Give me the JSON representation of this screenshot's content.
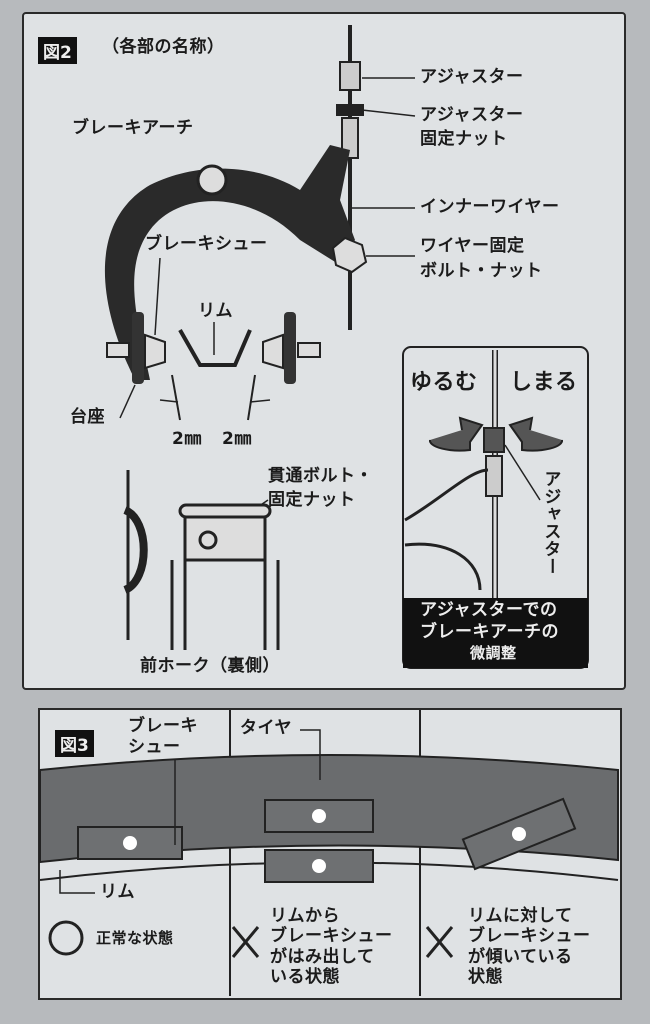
{
  "figure2": {
    "badge": "図2",
    "title": "（各部の名称）",
    "labels": {
      "adjuster": "アジャスター",
      "adjuster_lock_nut_1": "アジャスター",
      "adjuster_lock_nut_2": "固定ナット",
      "inner_wire": "インナーワイヤー",
      "wire_fix_1": "ワイヤー固定",
      "wire_fix_2": "ボルト・ナット",
      "brake_arch": "ブレーキアーチ",
      "brake_shoe": "ブレーキシュー",
      "rim": "リム",
      "base": "台座",
      "gap_left": "2㎜",
      "gap_right": "2㎜",
      "through_bolt_1": "貫通ボルト・",
      "through_bolt_2": "固定ナット",
      "front_fork": "前ホーク（裏側）"
    },
    "inset": {
      "loosen": "ゆるむ",
      "tighten": "しまる",
      "adjuster": "アジャスター",
      "caption_1": "アジャスターでの",
      "caption_2": "ブレーキアーチの",
      "caption_3": "微調整"
    }
  },
  "figure3": {
    "badge": "図3",
    "brake_shoe_1": "ブレーキ",
    "brake_shoe_2": "シュー",
    "tire": "タイヤ",
    "rim": "リム",
    "panels": [
      {
        "mark": "○",
        "lines": [
          "正常な状態"
        ]
      },
      {
        "mark": "×",
        "lines": [
          "リムから",
          "ブレーキシュー",
          "がはみ出して",
          "いる状態"
        ]
      },
      {
        "mark": "×",
        "lines": [
          "リムに対して",
          "ブレーキシュー",
          "が傾いている",
          "状態"
        ]
      }
    ]
  },
  "colors": {
    "paper": "#dfe2e4",
    "ink": "#1b1b1b",
    "tire": "#6a6c6e",
    "shoe": "#6e7072"
  }
}
